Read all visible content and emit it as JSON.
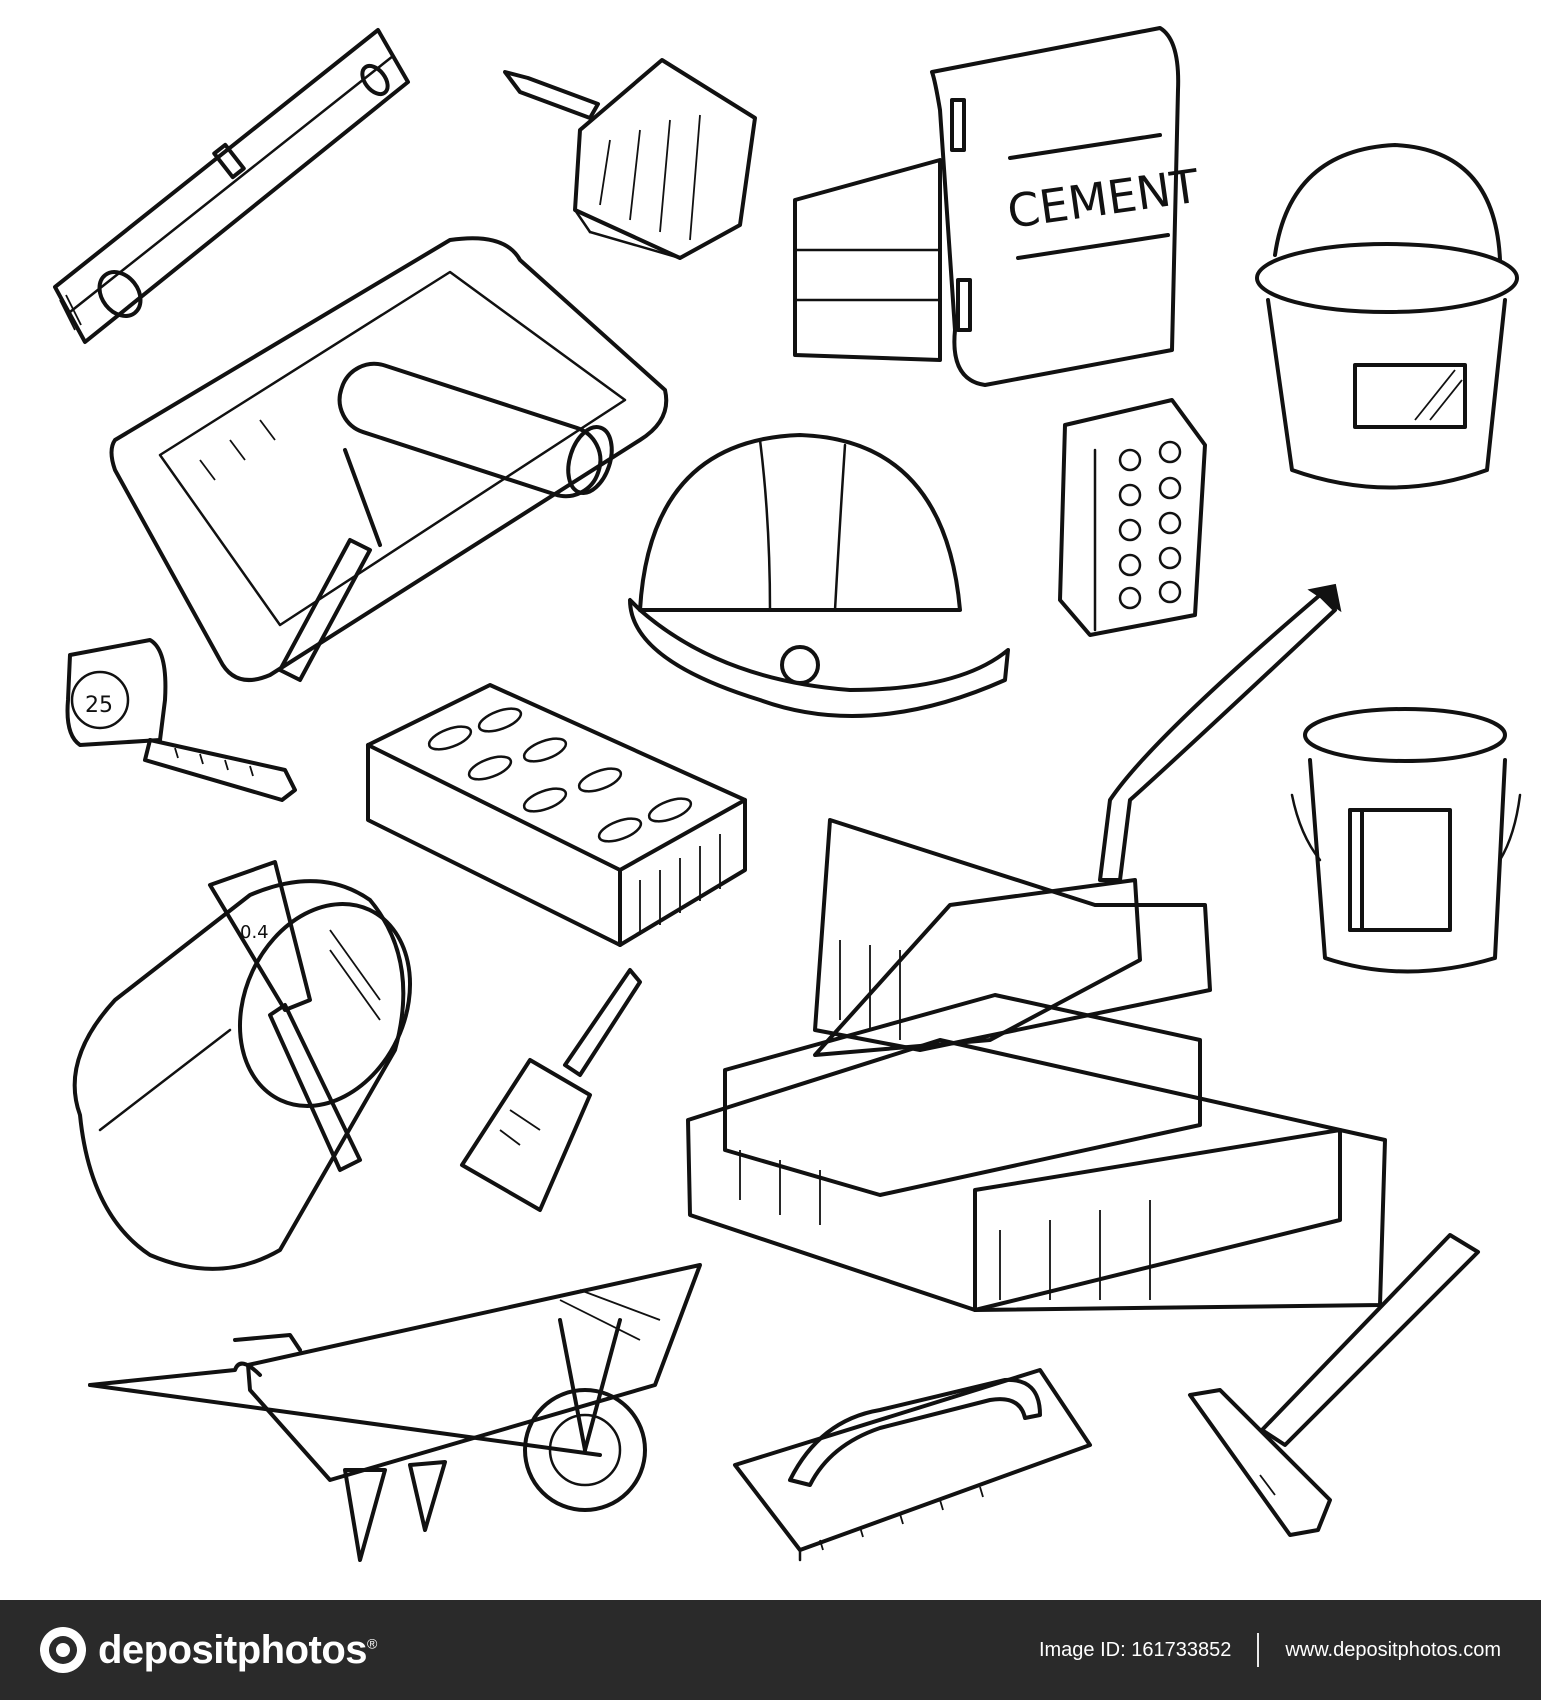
{
  "artwork": {
    "bag_label": "CEMENT",
    "tape_label": "25",
    "brush_label": "0.4"
  },
  "footer": {
    "brand": "depositphotos",
    "brand_mark": "®",
    "image_id": "Image ID: 161733852",
    "site": "www.depositphotos.com"
  },
  "colors": {
    "background": "#ffffff",
    "ink": "#111111",
    "footer_bg": "#2a2a2a",
    "footer_text": "#ffffff"
  }
}
